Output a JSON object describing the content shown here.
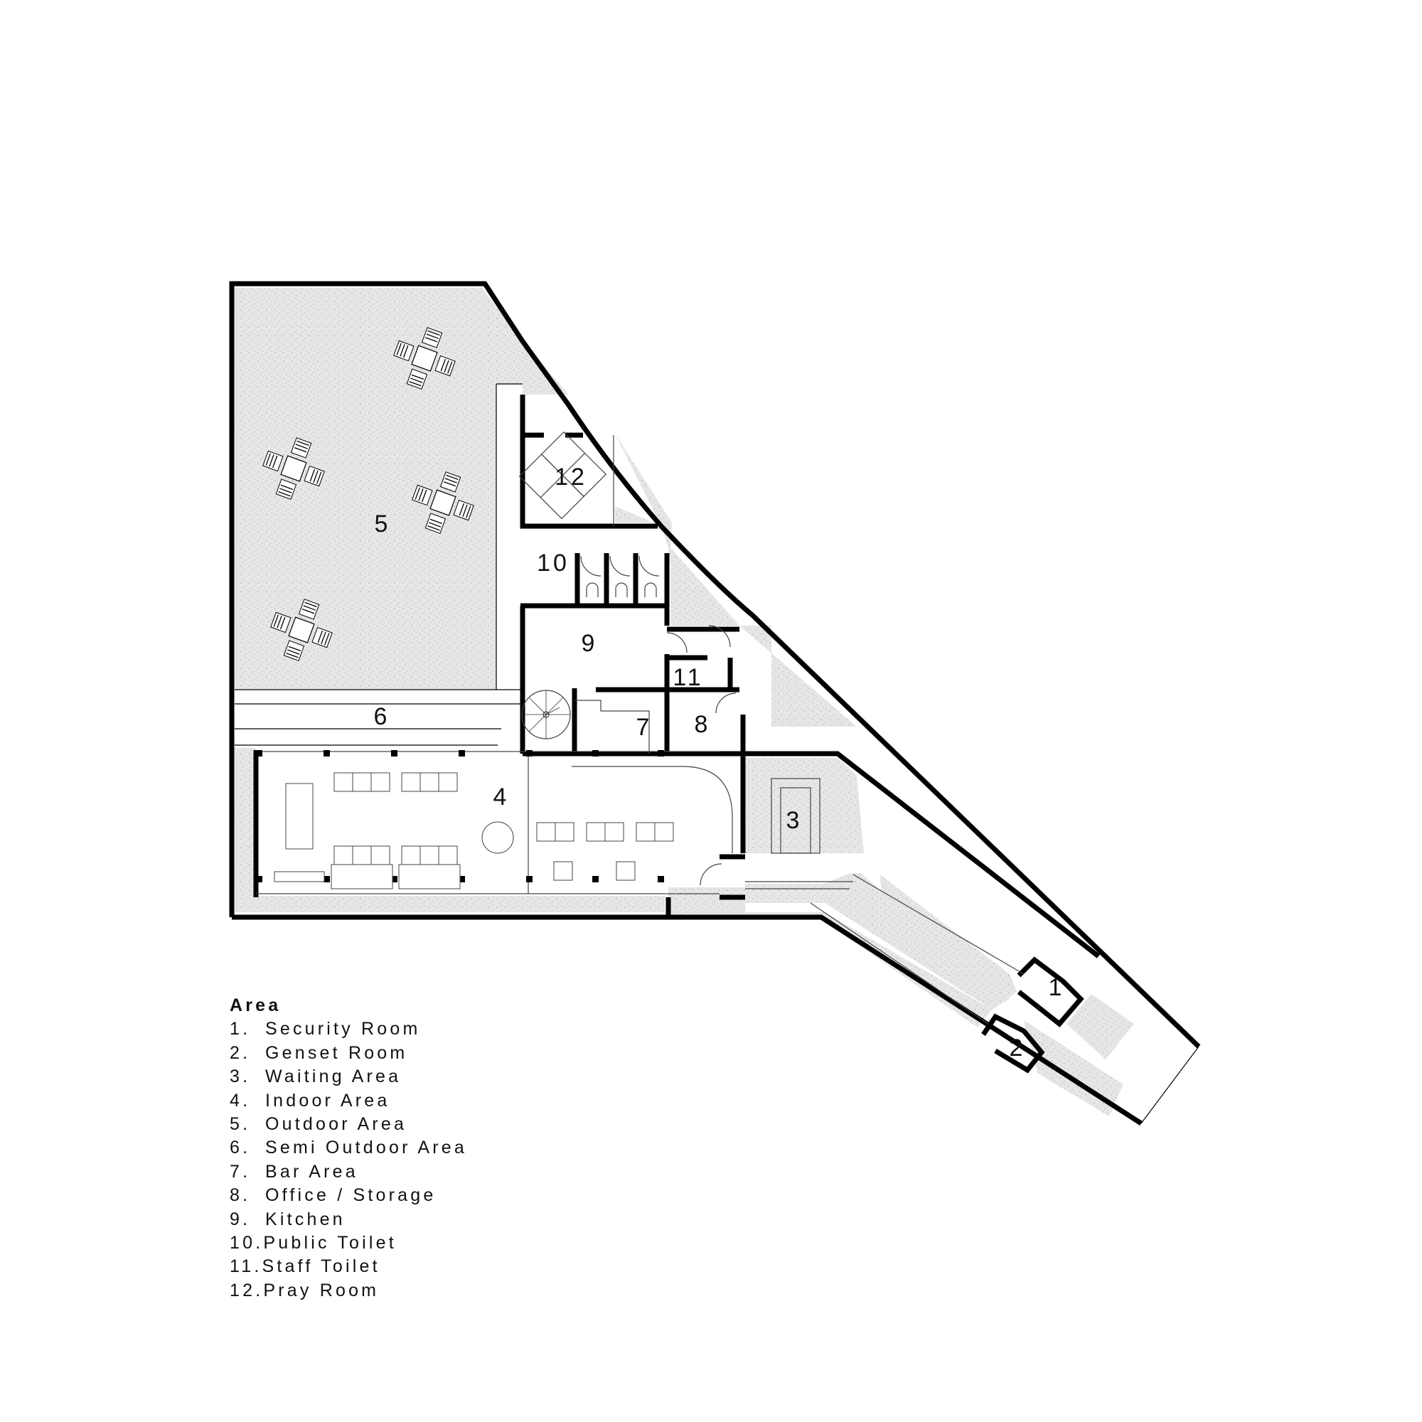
{
  "legend": {
    "title": "Area",
    "items": [
      {
        "num": "1.",
        "label": "Security Room"
      },
      {
        "num": "2.",
        "label": "Genset Room"
      },
      {
        "num": "3.",
        "label": "Waiting Area"
      },
      {
        "num": "4.",
        "label": "Indoor Area"
      },
      {
        "num": "5.",
        "label": "Outdoor Area"
      },
      {
        "num": "6.",
        "label": "Semi Outdoor Area"
      },
      {
        "num": "7.",
        "label": "Bar Area"
      },
      {
        "num": "8.",
        "label": "Office / Storage"
      },
      {
        "num": "9.",
        "label": "Kitchen"
      },
      {
        "num": "10.",
        "label": "Public Toilet"
      },
      {
        "num": "11.",
        "label": "Staff Toilet"
      },
      {
        "num": "12.",
        "label": "Pray Room"
      }
    ]
  },
  "room_labels": {
    "r1": "1",
    "r2": "2",
    "r3": "3",
    "r4": "4",
    "r5": "5",
    "r6": "6",
    "r7": "7",
    "r8": "8",
    "r9": "9",
    "r10": "10",
    "r11": "11",
    "r12": "12"
  },
  "colors": {
    "wall": "#000000",
    "paving": "#e4e4e4",
    "background": "#ffffff"
  }
}
